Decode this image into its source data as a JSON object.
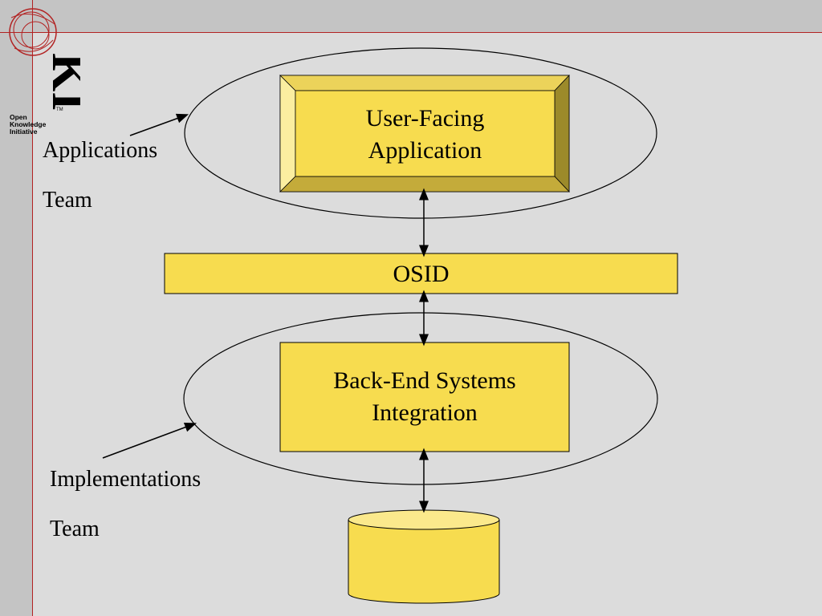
{
  "logo": {
    "line1": "Open",
    "line2": "Knowledge",
    "line3": "Initiative",
    "mark": "KI",
    "tm": "TM"
  },
  "labels": {
    "applications": "Applications",
    "applications_team": "Team",
    "implementations": "Implementations",
    "implementations_team": "Team"
  },
  "boxes": {
    "user_facing_line1": "User-Facing",
    "user_facing_line2": "Application",
    "osid": "OSID",
    "backend_line1": "Back-End Systems",
    "backend_line2": "Integration"
  },
  "colors": {
    "box_fill": "#f7dc4f",
    "bevel_light": "#fbeea0",
    "bevel_dark": "#b19a2e",
    "bevel_top": "#ecd35a",
    "accent_red": "#b22222",
    "background": "#dcdcdc"
  }
}
